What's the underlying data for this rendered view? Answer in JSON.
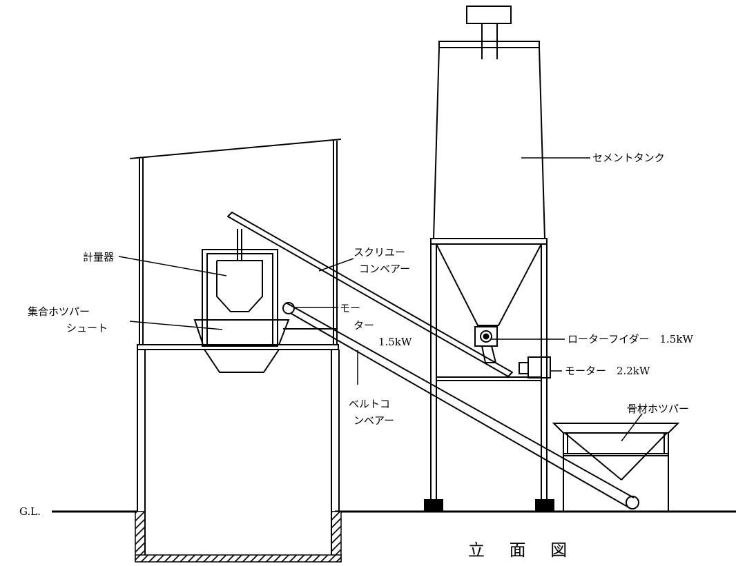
{
  "labels": {
    "cement_tank": "セメントタンク",
    "scale": "計量器",
    "collecting_hopper_line1": "集合ホツパー",
    "collecting_hopper_line2": "シュート",
    "screw_conveyor_line1": "スクリユー",
    "screw_conveyor_line2": "コンベアー",
    "motor_belt_line1": "モー",
    "motor_belt_line2": "ター",
    "motor_belt_power": "1.5kW",
    "belt_conveyor_line1": "ベルトコ",
    "belt_conveyor_line2": "ンベアー",
    "rotary_feeder": "ローターフイダー　1.5kW",
    "motor_feeder": "モーター　2.2kW",
    "aggregate_hopper": "骨材ホツパー",
    "ground_level": "G.L."
  },
  "title": "立 面 図"
}
